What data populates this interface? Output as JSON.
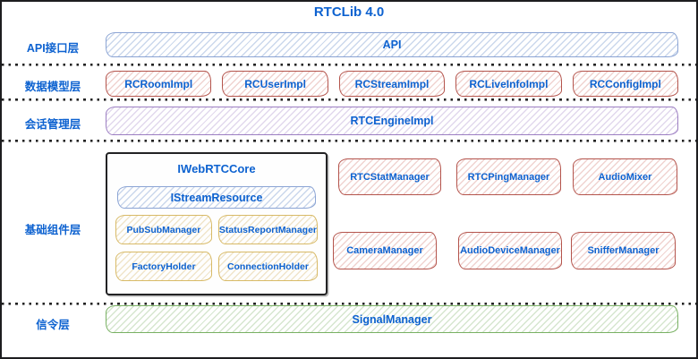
{
  "title": "RTCLib 4.0",
  "layers": {
    "api": {
      "label": "API接口层",
      "box": "API"
    },
    "model": {
      "label": "数据模型层",
      "boxes": [
        "RCRoomImpl",
        "RCUserImpl",
        "RCStreamImpl",
        "RCLiveInfoImpl",
        "RCConfigImpl"
      ]
    },
    "session": {
      "label": "会话管理层",
      "box": "RTCEngineImpl"
    },
    "base": {
      "label": "基础组件层",
      "core": {
        "title": "IWebRTCCore",
        "stream_resource": "IStreamResource",
        "cells": [
          "PubSubManager",
          "StatusReportManager",
          "FactoryHolder",
          "ConnectionHolder"
        ]
      },
      "managers_row1": [
        "RTCStatManager",
        "RTCPingManager",
        "AudioMixer"
      ],
      "managers_row2": [
        "CameraManager",
        "AudioDeviceManager",
        "SnifferManager"
      ]
    },
    "signal": {
      "label": "信令层",
      "box": "SignalManager"
    }
  },
  "colors": {
    "text_blue": "#0d62d0",
    "blue_border": "#8ba4d4",
    "red_border": "#b4544c",
    "purple_border": "#9c7ec2",
    "yellow_border": "#d8ba67",
    "green_border": "#79b163",
    "core_border": "#222224",
    "separator": "#232323"
  }
}
